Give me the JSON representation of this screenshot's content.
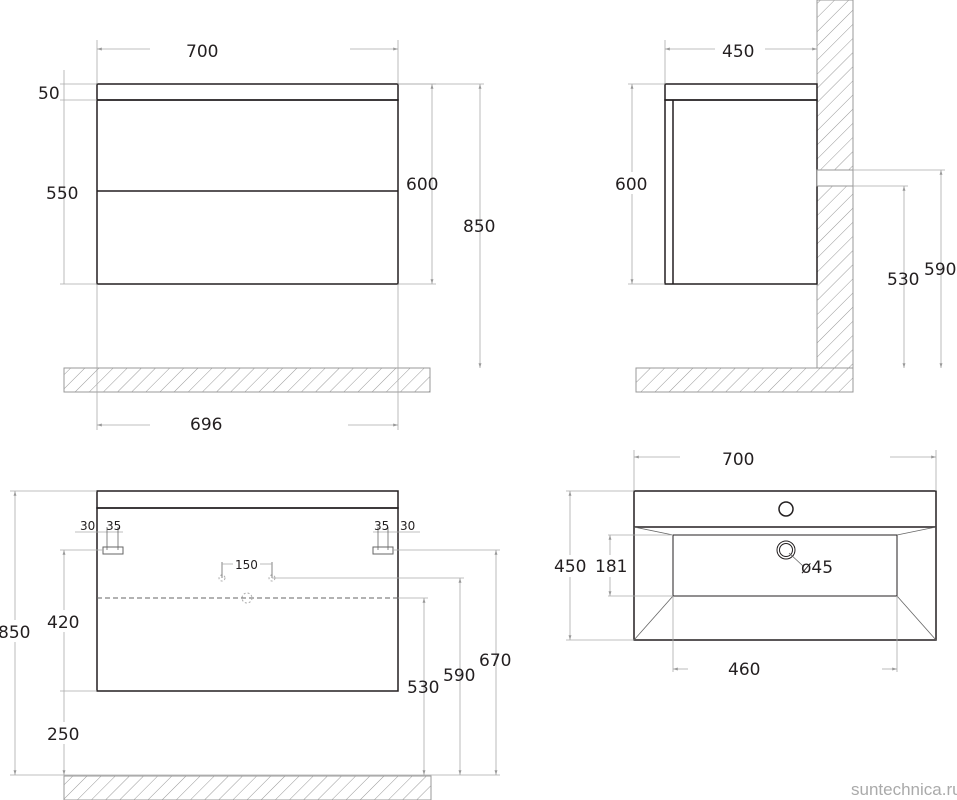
{
  "front_view": {
    "width_top": "700",
    "top_thickness": "50",
    "body_height": "550",
    "cabinet_height": "600",
    "mount_height": "850",
    "bottom_width": "696"
  },
  "side_view": {
    "depth": "450",
    "cabinet_height": "600",
    "pipe_low": "530",
    "pipe_high": "590"
  },
  "back_view": {
    "total_height": "850",
    "upper": "420",
    "lower": "250",
    "left_offset": "30",
    "left_bracket": "35",
    "right_bracket": "35",
    "right_offset": "30",
    "hole_spacing": "150",
    "drain_height": "530",
    "supply_height": "590",
    "bracket_height": "670"
  },
  "top_view": {
    "width": "700",
    "depth": "450",
    "basin_depth": "181",
    "drain_diameter": "ø45",
    "basin_width": "460"
  },
  "watermark": "suntechnica.ru"
}
